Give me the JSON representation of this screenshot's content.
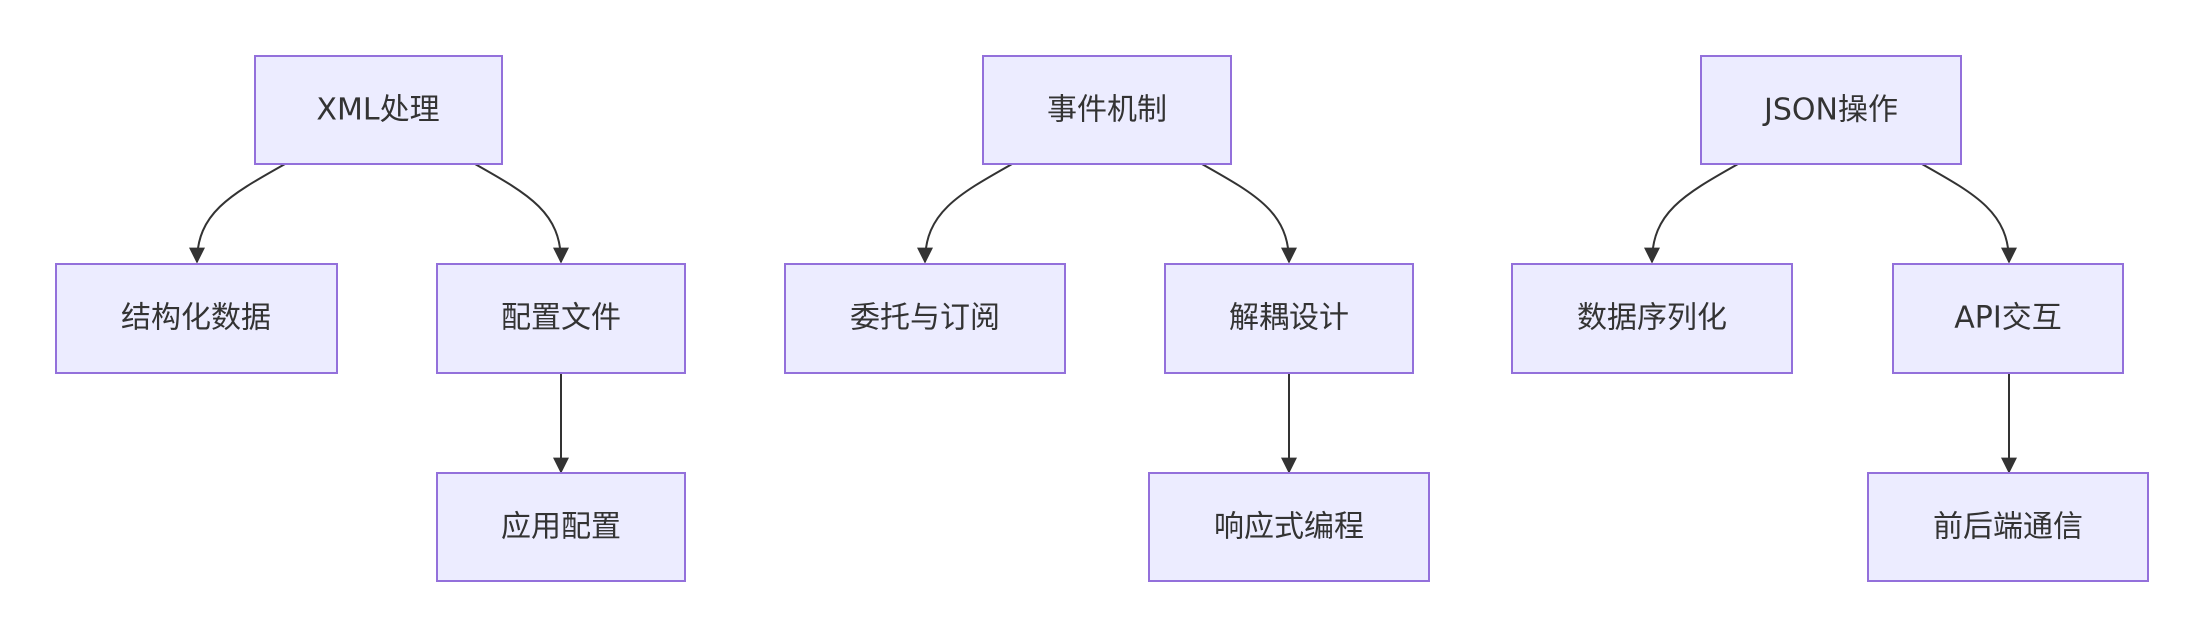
{
  "diagram": {
    "nodes": {
      "xml": "XML处理",
      "xml_struct": "结构化数据",
      "xml_config": "配置文件",
      "xml_appcfg": "应用配置",
      "event": "事件机制",
      "event_delegate": "委托与订阅",
      "event_decouple": "解耦设计",
      "event_reactive": "响应式编程",
      "json": "JSON操作",
      "json_serialize": "数据序列化",
      "json_api": "API交互",
      "json_comm": "前后端通信"
    },
    "edges": [
      [
        "xml",
        "xml_struct"
      ],
      [
        "xml",
        "xml_config"
      ],
      [
        "xml_config",
        "xml_appcfg"
      ],
      [
        "event",
        "event_delegate"
      ],
      [
        "event",
        "event_decouple"
      ],
      [
        "event_decouple",
        "event_reactive"
      ],
      [
        "json",
        "json_serialize"
      ],
      [
        "json",
        "json_api"
      ],
      [
        "json_api",
        "json_comm"
      ]
    ],
    "colors": {
      "node_fill": "#ECECFF",
      "node_border": "#9370DB",
      "edge": "#333333",
      "text": "#333333"
    }
  }
}
